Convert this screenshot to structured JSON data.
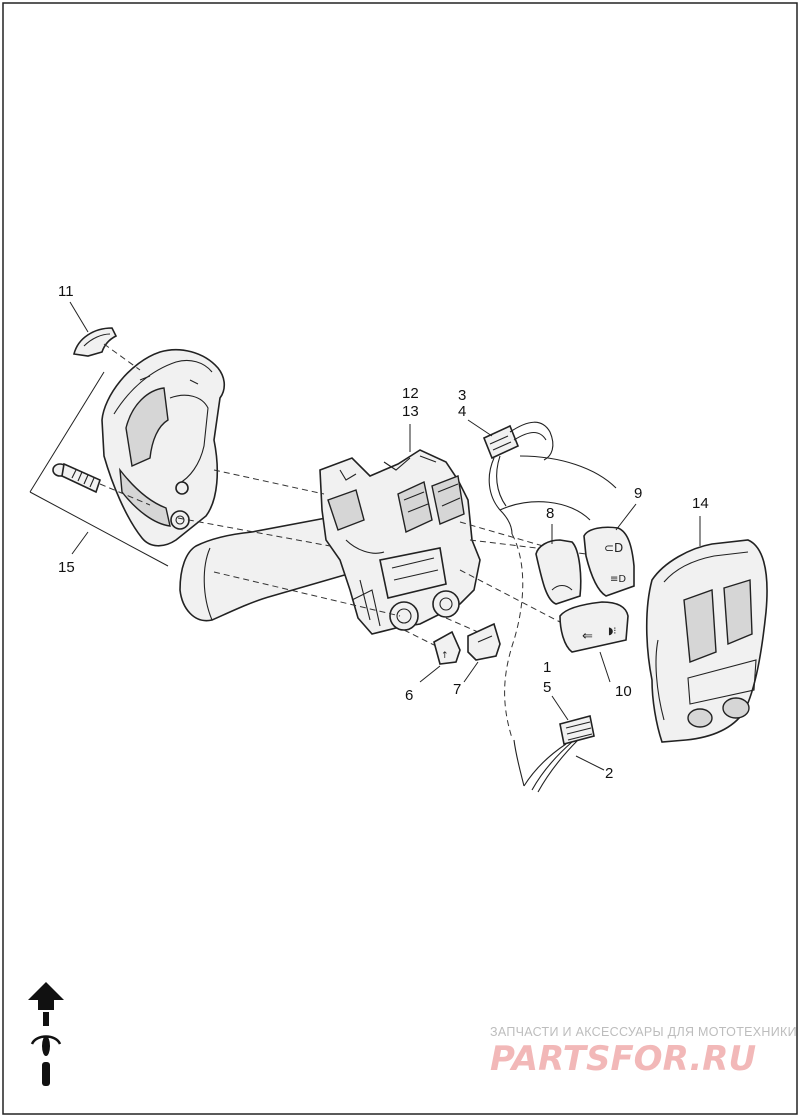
{
  "diagram": {
    "type": "exploded-parts-view",
    "callouts": [
      {
        "id": "c11",
        "label": "11"
      },
      {
        "id": "c12",
        "label": "12"
      },
      {
        "id": "c13",
        "label": "13"
      },
      {
        "id": "c3",
        "label": "3"
      },
      {
        "id": "c4",
        "label": "4"
      },
      {
        "id": "c9",
        "label": "9"
      },
      {
        "id": "c14",
        "label": "14"
      },
      {
        "id": "c8",
        "label": "8"
      },
      {
        "id": "c15",
        "label": "15"
      },
      {
        "id": "c1",
        "label": "1"
      },
      {
        "id": "c5",
        "label": "5"
      },
      {
        "id": "c6",
        "label": "6"
      },
      {
        "id": "c7",
        "label": "7"
      },
      {
        "id": "c10",
        "label": "10"
      },
      {
        "id": "c2",
        "label": "2"
      }
    ]
  },
  "watermark": {
    "tagline": "ЗАПЧАСТИ И АКСЕССУАРЫ ДЛЯ МОТОТЕХНИКИ",
    "logo_text": "PARTSFOR.RU"
  },
  "colors": {
    "line": "#222222",
    "watermark_red": "#f2b8b8",
    "watermark_gray": "#bdbdbd"
  }
}
